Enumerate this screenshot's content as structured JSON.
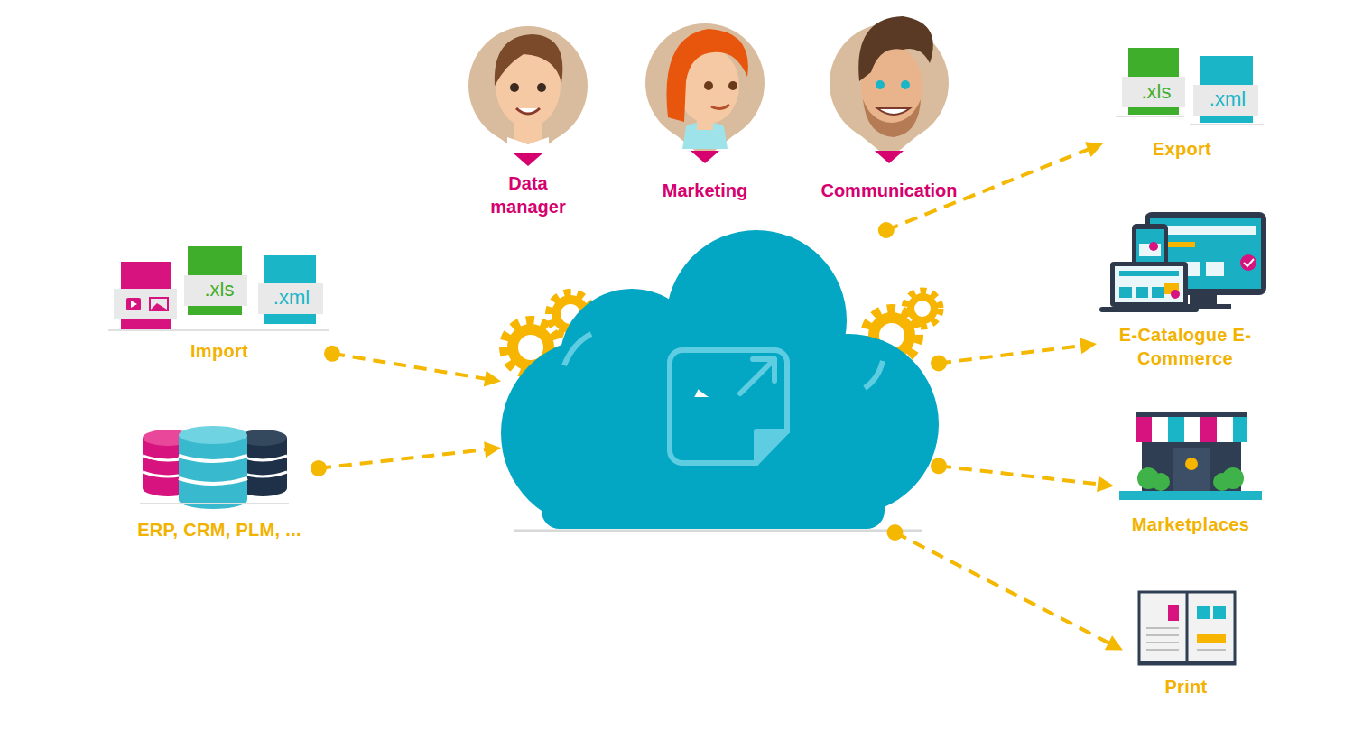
{
  "diagram": {
    "nodes": [
      {
        "text": [
          "Import"
        ]
      },
      {
        "text": [
          "ERP, CRM, PLM, ..."
        ]
      },
      {
        "text": []
      },
      {
        "text": [
          "Export"
        ]
      },
      {
        "text": [
          "E-Catalogue E-Commerce"
        ]
      },
      {
        "text": [
          "Marketplaces"
        ]
      },
      {
        "text": [
          "Print"
        ]
      }
    ],
    "edges": [
      {
        "from": 0,
        "to": 2,
        "arrow": "to"
      },
      {
        "from": 1,
        "to": 2,
        "arrow": "to"
      },
      {
        "from": 2,
        "to": 3,
        "arrow": "to"
      },
      {
        "from": 2,
        "to": 4,
        "arrow": "to"
      },
      {
        "from": 2,
        "to": 5,
        "arrow": "to"
      },
      {
        "from": 2,
        "to": 6,
        "arrow": "to"
      }
    ],
    "labels": [
      "Data manager",
      "Marketing",
      "Communication",
      ".xls",
      ".xml",
      ".xls",
      ".xml"
    ]
  }
}
